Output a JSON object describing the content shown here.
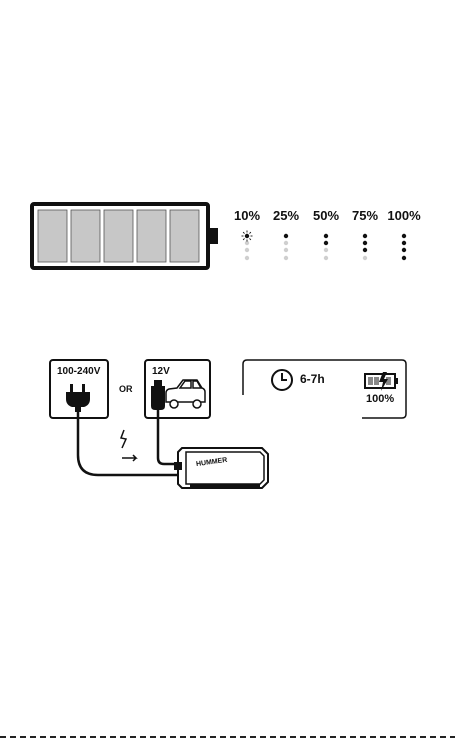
{
  "charge_levels": {
    "labels": [
      "10%",
      "25%",
      "50%",
      "75%",
      "100%"
    ],
    "lit_leds": [
      0,
      1,
      2,
      3,
      4
    ],
    "blinking_led_level": "10%",
    "battery_segments": 5
  },
  "charging": {
    "ac_input_label": "100-240V",
    "or_label": "OR",
    "car_input_label": "12V",
    "duration_label": "6-7h",
    "full_label": "100%",
    "device_brand": "HUMMER"
  },
  "colors": {
    "cell_fill": "#c7c7c7",
    "line": "#111111",
    "led_off": "#cfcfcf"
  }
}
